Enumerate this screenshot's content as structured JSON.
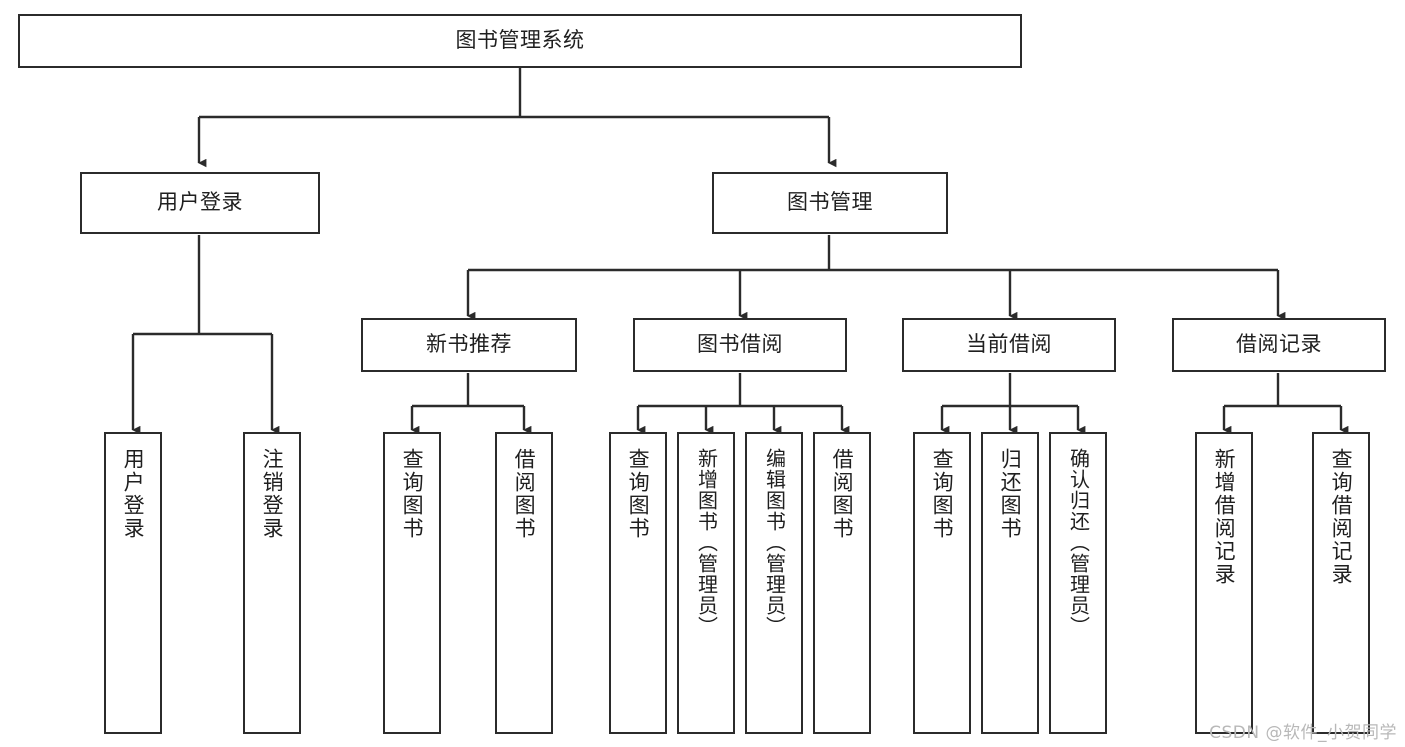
{
  "diagram": {
    "title": "图书管理系统",
    "type": "hierarchy-tree",
    "levels": 4,
    "root": {
      "label": "图书管理系统"
    },
    "level2": [
      {
        "label": "用户登录"
      },
      {
        "label": "图书管理"
      }
    ],
    "level3": [
      {
        "label": "新书推荐"
      },
      {
        "label": "图书借阅"
      },
      {
        "label": "当前借阅"
      },
      {
        "label": "借阅记录"
      }
    ],
    "leaves": {
      "user_login": [
        {
          "label": "用户登录"
        },
        {
          "label": "注销登录"
        }
      ],
      "new_book_recommend": [
        {
          "label": "查询图书"
        },
        {
          "label": "借阅图书"
        }
      ],
      "book_borrow": [
        {
          "label": "查询图书"
        },
        {
          "label": "新增图书（管理员）"
        },
        {
          "label": "编辑图书（管理员）"
        },
        {
          "label": "借阅图书"
        }
      ],
      "current_borrow": [
        {
          "label": "查询图书"
        },
        {
          "label": "归还图书"
        },
        {
          "label": "确认归还（管理员）"
        }
      ],
      "borrow_records": [
        {
          "label": "新增借阅记录"
        },
        {
          "label": "查询借阅记录"
        }
      ]
    },
    "watermark": "CSDN @软件_小贺同学",
    "colors": {
      "stroke": "#2b2b2b",
      "text": "#1f1f1f",
      "background": "#ffffff",
      "watermark": "#b8b8b8"
    }
  }
}
